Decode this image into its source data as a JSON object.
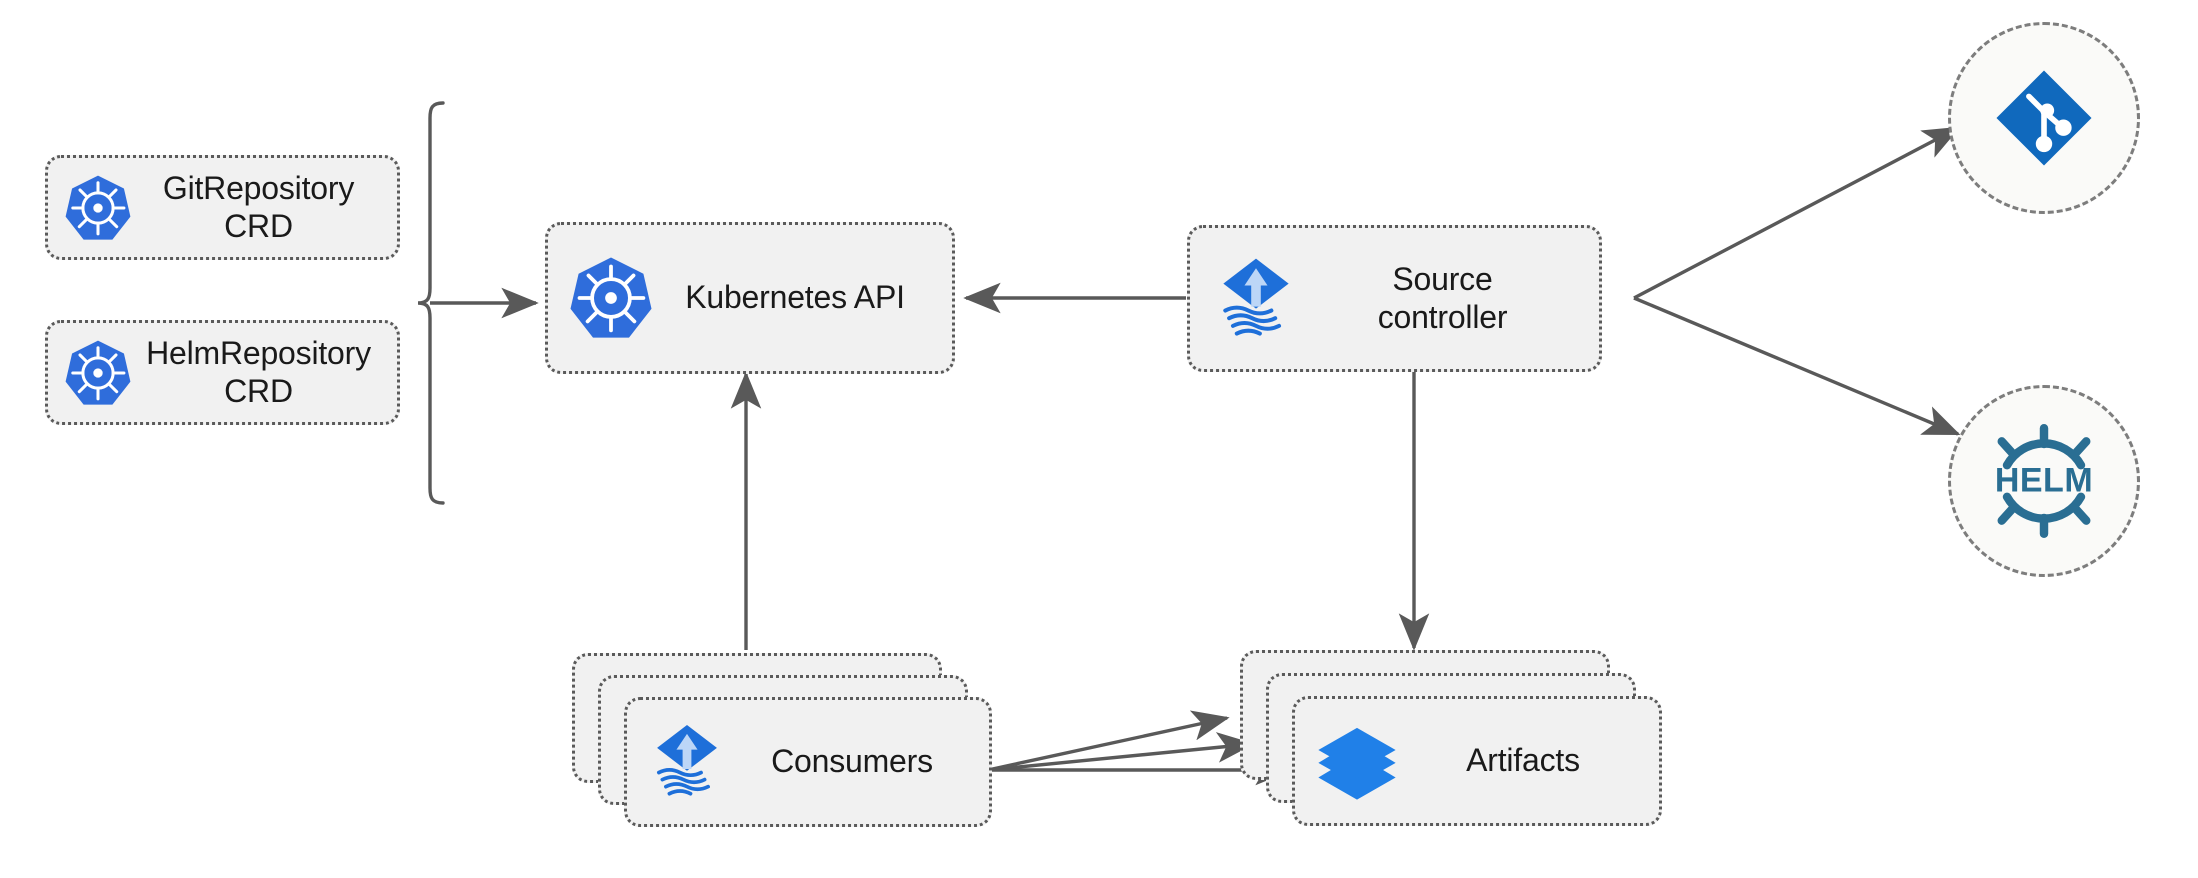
{
  "diagram": {
    "title": "Flux source-controller architecture",
    "colors": {
      "kubernetes_blue": "#2f6ddb",
      "flux_blue": "#1e6fd9",
      "git_blue": "#1069bd",
      "helm_teal": "#2a6e93",
      "artifact_blue": "#2080e8",
      "node_fill": "#f1f1f1",
      "node_border": "#5a5a5a",
      "circle_fill": "#fafaf8",
      "circle_border": "#7d7d7d",
      "connector": "#595959",
      "text": "#1a1a1a"
    },
    "nodes": [
      {
        "id": "git-repository-crd",
        "label": "GitRepository\nCRD",
        "icon": "kubernetes-icon",
        "shape": "rounded-dotted-box"
      },
      {
        "id": "helm-repository-crd",
        "label": "HelmRepository\nCRD",
        "icon": "kubernetes-icon",
        "shape": "rounded-dotted-box"
      },
      {
        "id": "kubernetes-api",
        "label": "Kubernetes API",
        "icon": "kubernetes-icon",
        "shape": "rounded-dotted-box"
      },
      {
        "id": "source-controller",
        "label": "Source\ncontroller",
        "icon": "flux-icon",
        "shape": "rounded-dotted-box"
      },
      {
        "id": "consumers",
        "label": "Consumers",
        "icon": "flux-icon",
        "shape": "stacked-rounded-dotted-box",
        "stack_count": 3
      },
      {
        "id": "artifacts",
        "label": "Artifacts",
        "icon": "layers-icon",
        "shape": "stacked-rounded-dotted-box",
        "stack_count": 3
      },
      {
        "id": "git-source",
        "label": "",
        "icon": "git-icon",
        "shape": "dashed-circle"
      },
      {
        "id": "helm-source",
        "label": "HELM",
        "icon": "helm-icon",
        "shape": "dashed-circle"
      }
    ],
    "edges": [
      {
        "id": "crds-to-k8s-api",
        "from": "crd-group-bracket",
        "to": "kubernetes-api",
        "style": "bracket-arrow"
      },
      {
        "id": "source-controller-to-k8s-api",
        "from": "source-controller",
        "to": "kubernetes-api",
        "style": "arrow-left"
      },
      {
        "id": "consumers-to-k8s-api",
        "from": "consumers",
        "to": "kubernetes-api",
        "style": "arrow-up"
      },
      {
        "id": "source-controller-to-artifacts",
        "from": "source-controller",
        "to": "artifacts",
        "style": "arrow-down"
      },
      {
        "id": "source-controller-to-git",
        "from": "source-controller",
        "to": "git-source",
        "style": "arrow-diagonal-up-right"
      },
      {
        "id": "source-controller-to-helm",
        "from": "source-controller",
        "to": "helm-source",
        "style": "arrow-diagonal-down-right"
      },
      {
        "id": "consumers-to-artifacts-1",
        "from": "consumers",
        "to": "artifacts",
        "style": "arrow-right"
      },
      {
        "id": "consumers-to-artifacts-2",
        "from": "consumers",
        "to": "artifacts",
        "style": "arrow-right"
      },
      {
        "id": "consumers-to-artifacts-3",
        "from": "consumers",
        "to": "artifacts",
        "style": "arrow-right"
      }
    ]
  },
  "labels": {
    "git_repository_crd": "GitRepository\nCRD",
    "helm_repository_crd": "HelmRepository\nCRD",
    "kubernetes_api": "Kubernetes API",
    "source_controller": "Source\ncontroller",
    "consumers": "Consumers",
    "artifacts": "Artifacts",
    "helm": "HELM"
  }
}
